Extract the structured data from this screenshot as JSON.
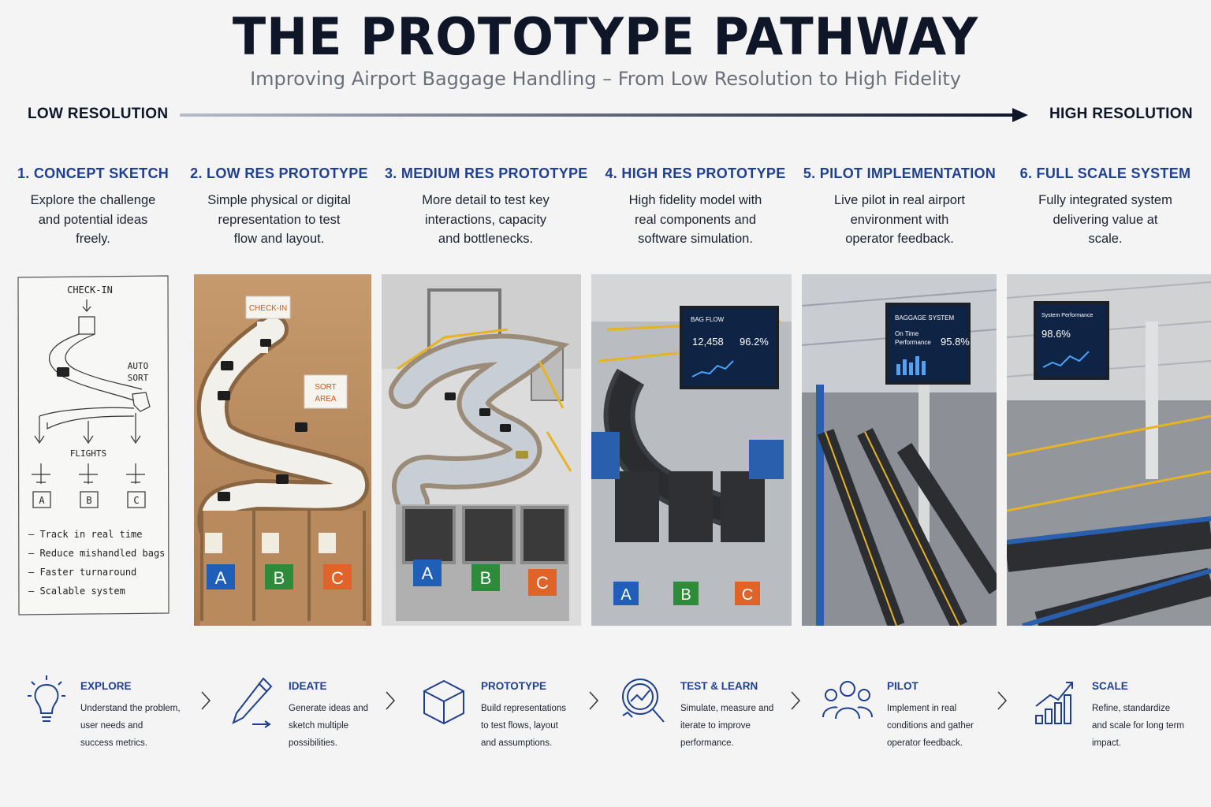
{
  "header": {
    "title": "THE PROTOTYPE PATHWAY",
    "subtitle": "Improving Airport Baggage Handling – From Low Resolution to High Fidelity"
  },
  "scale": {
    "low": "LOW RESOLUTION",
    "high": "HIGH RESOLUTION"
  },
  "stages": [
    {
      "title": "1. CONCEPT SKETCH",
      "desc": [
        "Explore the challenge",
        "and potential ideas",
        "freely."
      ]
    },
    {
      "title": "2. LOW RES PROTOTYPE",
      "desc": [
        "Simple physical or digital",
        "representation to test",
        "flow and layout."
      ]
    },
    {
      "title": "3. MEDIUM RES PROTOTYPE",
      "desc": [
        "More detail to test key",
        "interactions, capacity",
        "and bottlenecks."
      ]
    },
    {
      "title": "4. HIGH RES PROTOTYPE",
      "desc": [
        "High fidelity model with",
        "real components and",
        "software simulation."
      ]
    },
    {
      "title": "5. PILOT IMPLEMENTATION",
      "desc": [
        "Live pilot in real airport",
        "environment with",
        "operator feedback."
      ]
    },
    {
      "title": "6. FULL SCALE SYSTEM",
      "desc": [
        "Fully integrated system",
        "delivering value at",
        "scale."
      ]
    }
  ],
  "sketch": {
    "checkin": "CHECK-IN",
    "autosort": [
      "AUTO",
      "SORT"
    ],
    "flights": "FLIGHTS",
    "gates": [
      "A",
      "B",
      "C"
    ],
    "notes": [
      "– Track in real time",
      "– Reduce mishandled bags",
      "– Faster turnaround",
      "– Scalable system"
    ]
  },
  "lowres": {
    "checkin": "CHECK-IN",
    "sort": [
      "SORT",
      "AREA"
    ],
    "bins": [
      "A",
      "B",
      "C"
    ]
  },
  "medres": {
    "bins": [
      "A",
      "B",
      "C"
    ]
  },
  "highres": {
    "screen_title": "BAG FLOW",
    "metric1": "12,458",
    "metric2": "96.2%",
    "bins": [
      "A",
      "B",
      "C"
    ]
  },
  "pilot": {
    "screen_title": "BAGGAGE SYSTEM",
    "label": [
      "On Time",
      "Performance"
    ],
    "metric": "95.8%"
  },
  "full": {
    "screen_title": "System Performance",
    "metric": "98.6%"
  },
  "steps": [
    {
      "icon": "lightbulb-icon",
      "title": "EXPLORE",
      "desc": [
        "Understand the problem,",
        "user needs and",
        "success metrics."
      ]
    },
    {
      "icon": "pencil-icon",
      "title": "IDEATE",
      "desc": [
        "Generate ideas and",
        "sketch multiple",
        "possibilities."
      ]
    },
    {
      "icon": "cube-icon",
      "title": "PROTOTYPE",
      "desc": [
        "Build representations",
        "to test flows, layout",
        "and assumptions."
      ]
    },
    {
      "icon": "magnifier-chart-icon",
      "title": "TEST & LEARN",
      "desc": [
        "Simulate, measure and",
        "iterate to improve",
        "performance."
      ]
    },
    {
      "icon": "team-icon",
      "title": "PILOT",
      "desc": [
        "Implement in real",
        "conditions and gather",
        "operator feedback."
      ]
    },
    {
      "icon": "growth-chart-icon",
      "title": "SCALE",
      "desc": [
        "Refine, standardize",
        "and scale for long term",
        "impact."
      ]
    }
  ],
  "colors": {
    "accent_blue": "#1f3f8f",
    "navy": "#0e1628",
    "bin_a": "#1f5fb8",
    "bin_b": "#2e8b3a",
    "bin_c": "#e0642a"
  }
}
